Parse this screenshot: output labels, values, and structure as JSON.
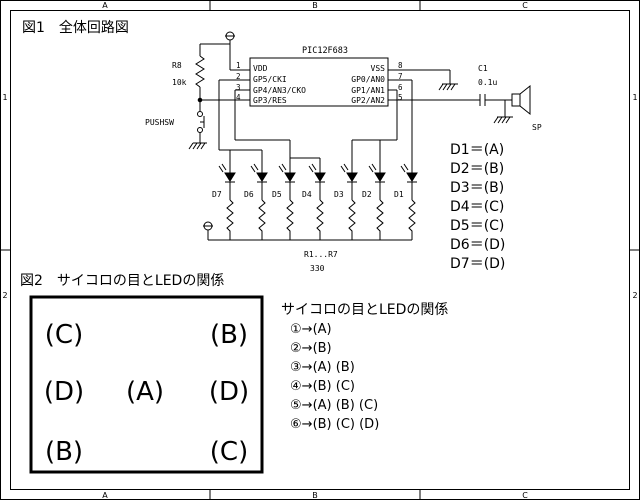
{
  "border": {
    "columns": [
      "A",
      "B",
      "C"
    ],
    "rows": [
      "1",
      "2"
    ]
  },
  "fig1": {
    "title": "図1　全体回路図",
    "ic": {
      "name": "PIC12F683",
      "left_pins": [
        {
          "num": "1",
          "label": "VDD"
        },
        {
          "num": "2",
          "label": "GP5/CKI"
        },
        {
          "num": "3",
          "label": "GP4/AN3/CKO"
        },
        {
          "num": "4",
          "label": "GP3/RES"
        }
      ],
      "right_pins": [
        {
          "num": "8",
          "label": "VSS"
        },
        {
          "num": "7",
          "label": "GP0/AN0"
        },
        {
          "num": "6",
          "label": "GP1/AN1"
        },
        {
          "num": "5",
          "label": "GP2/AN2"
        }
      ]
    },
    "r8": {
      "name": "R8",
      "value": "10k"
    },
    "pushsw": "PUSHSW",
    "c1": {
      "name": "C1",
      "value": "0.1u"
    },
    "speaker": "SP",
    "resistors": {
      "name": "R1...R7",
      "value": "330"
    },
    "leds": [
      "D7",
      "D6",
      "D5",
      "D4",
      "D3",
      "D2",
      "D1"
    ],
    "led_groups": [
      {
        "led": "D1",
        "group": "(A)"
      },
      {
        "led": "D2",
        "group": "(B)"
      },
      {
        "led": "D3",
        "group": "(B)"
      },
      {
        "led": "D4",
        "group": "(C)"
      },
      {
        "led": "D5",
        "group": "(C)"
      },
      {
        "led": "D6",
        "group": "(D)"
      },
      {
        "led": "D7",
        "group": "(D)"
      }
    ]
  },
  "fig2": {
    "title": "図2　サイコロの目とLEDの関係",
    "grid": {
      "top_left": "(C)",
      "top_right": "(B)",
      "mid_left": "(D)",
      "center": "(A)",
      "mid_right": "(D)",
      "bottom_left": "(B)",
      "bottom_right": "(C)"
    },
    "table_title": "サイコロの目とLEDの関係",
    "table": [
      {
        "face": "①",
        "leds": "(A)"
      },
      {
        "face": "②",
        "leds": "(B)"
      },
      {
        "face": "③",
        "leds": "(A) (B)"
      },
      {
        "face": "④",
        "leds": "(B) (C)"
      },
      {
        "face": "⑤",
        "leds": "(A) (B) (C)"
      },
      {
        "face": "⑥",
        "leds": "(B) (C) (D)"
      }
    ]
  }
}
